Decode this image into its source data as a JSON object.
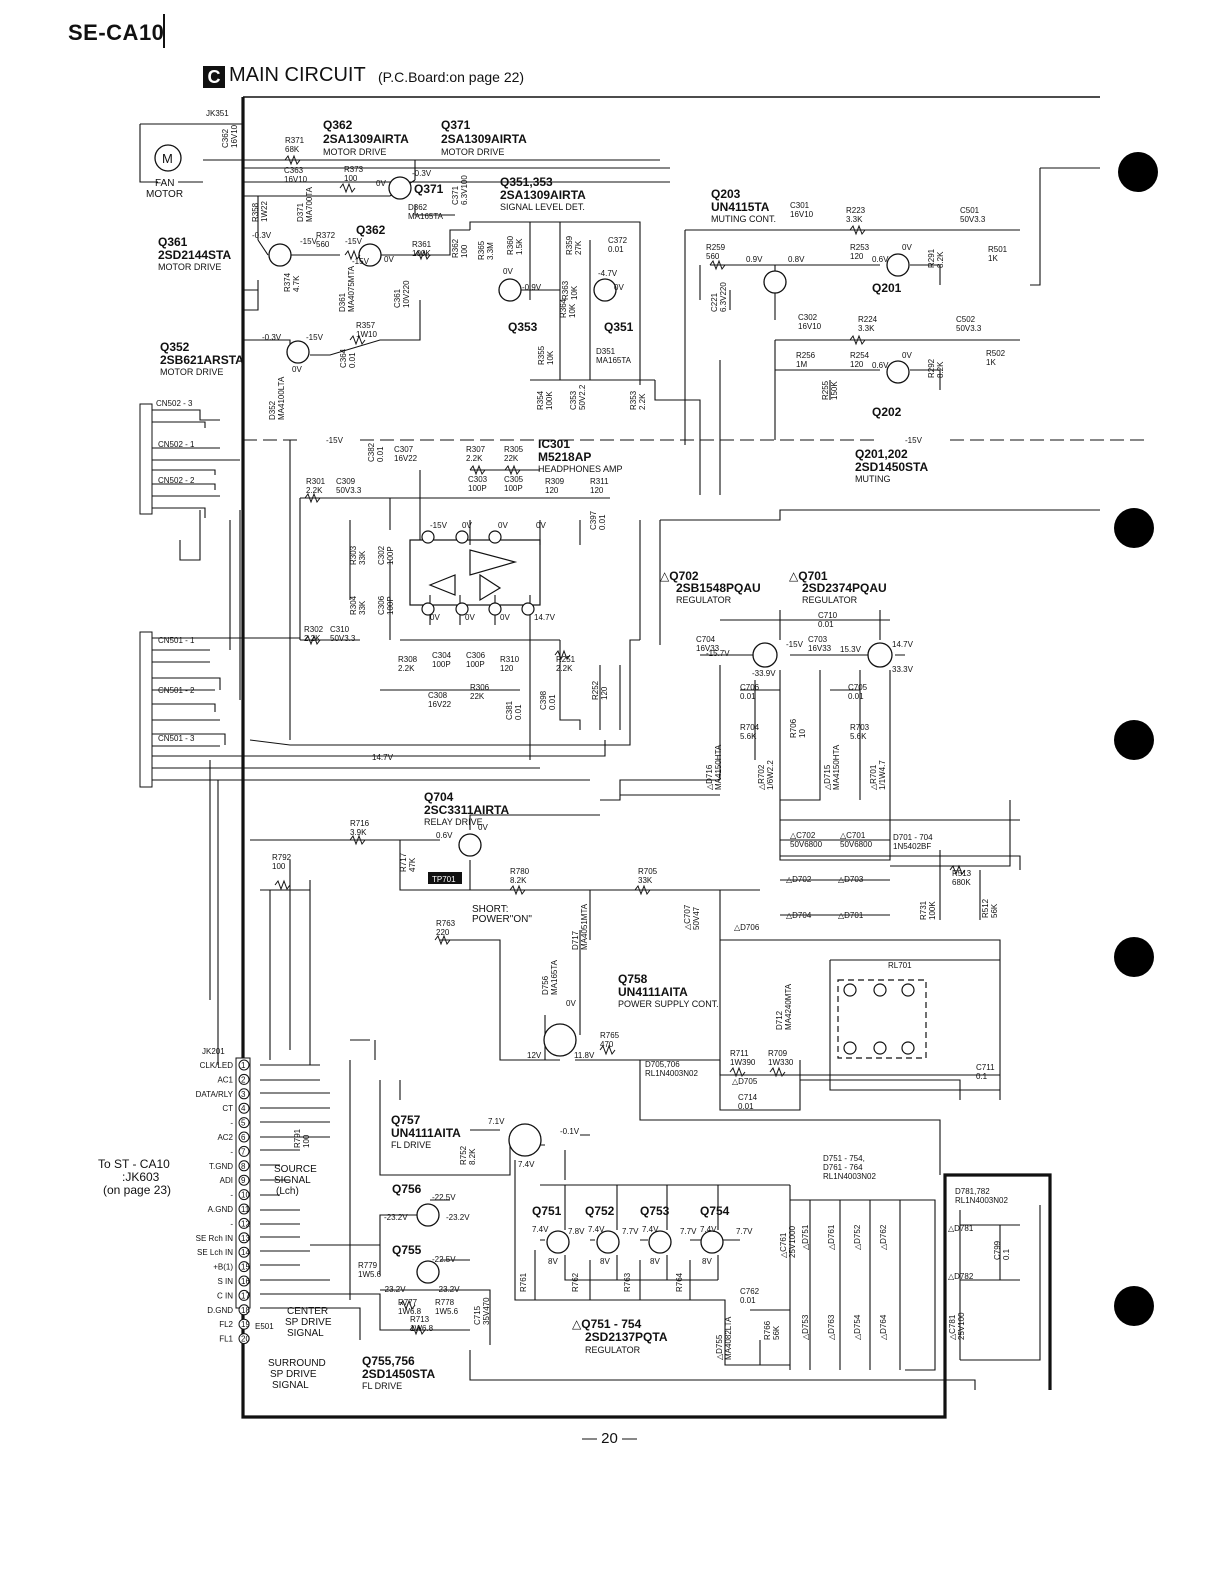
{
  "header": {
    "model": "SE-CA10",
    "section_letter": "C",
    "title": "MAIN  CIRCUIT",
    "subtitle": "(P.C.Board:on page 22)"
  },
  "footer": {
    "page": "— 20 —"
  },
  "components": {
    "q362": {
      "ref": "Q362",
      "part": "2SA1309AIRTA",
      "role": "MOTOR DRIVE"
    },
    "q371": {
      "ref": "Q371",
      "part": "2SA1309AIRTA",
      "role": "MOTOR DRIVE"
    },
    "q351": {
      "ref": "Q351,353",
      "part": "2SA1309AIRTA",
      "role": "SIGNAL LEVEL DET."
    },
    "q203": {
      "ref": "Q203",
      "part": "UN4115TA",
      "role": "MUTING CONT."
    },
    "q361": {
      "ref": "Q361",
      "part": "2SD2144STA",
      "role": "MOTOR DRIVE"
    },
    "q352": {
      "ref": "Q352",
      "part": "2SB621ARSTA",
      "role": "MOTOR DRIVE"
    },
    "ic301": {
      "ref": "IC301",
      "part": "M5218AP",
      "role": "HEADPHONES AMP"
    },
    "q201": {
      "ref": "Q201,202",
      "part": "2SD1450STA",
      "role": "MUTING"
    },
    "q702": {
      "ref": "△Q702",
      "part": "2SB1548PQAU",
      "role": "REGULATOR"
    },
    "q701": {
      "ref": "△Q701",
      "part": "2SD2374PQAU",
      "role": "REGULATOR"
    },
    "q704": {
      "ref": "Q704",
      "part": "2SC3311AIRTA",
      "role": "RELAY DRIVE"
    },
    "q758": {
      "ref": "Q758",
      "part": "UN4111AITA",
      "role": "POWER SUPPLY CONT."
    },
    "q757": {
      "ref": "Q757",
      "part": "UN4111AITA",
      "role": "FL DRIVE"
    },
    "q751": {
      "ref": "△Q751 - 754",
      "part": "2SD2137PQTA",
      "role": "REGULATOR"
    },
    "q755": {
      "ref": "Q755,756",
      "part": "2SD1450STA",
      "role": "FL DRIVE"
    }
  },
  "labels": {
    "fan": "FAN",
    "motor": "MOTOR",
    "m": "M",
    "jk351": "JK351",
    "jk201": "JK201",
    "cn502_3": "CN502 - 3",
    "cn502_1": "CN502 - 1",
    "cn502_2": "CN502 - 2",
    "cn501_1": "CN501 - 1",
    "cn501_2": "CN501 - 2",
    "cn501_3": "CN501 - 3",
    "rl701": "RL701",
    "e501": "E501",
    "tp701": "TP701",
    "short": "SHORT:",
    "power_on": "POWER\"ON\"",
    "to_st": "To ST - CA10",
    "jk603": ":JK603",
    "on_page": "(on page 23)",
    "source_signal": "SOURCE",
    "source_signal2": "SIGNAL",
    "lch": "(Lch)",
    "center": "CENTER",
    "center2": "SP DRIVE",
    "center3": "SIGNAL",
    "surround": "SURROUND",
    "surround2": "SP DRIVE",
    "surround3": "SIGNAL",
    "d705": "D705,706",
    "d705b": "RL1N4003N02",
    "d701": "D701 - 704",
    "d701b": "1N5402BF",
    "d751": "D751 - 754,",
    "d751b": "D761 - 764",
    "d751c": "RL1N4003N02",
    "d781": "D781,782",
    "d781b": "RL1N4003N02",
    "minus15v": "-15V",
    "plus147v": "14.7V",
    "q351_ref": "Q351",
    "q353_ref": "Q353",
    "q201_ref": "Q201",
    "q202_ref": "Q202",
    "q362_ref": "Q362",
    "q371_ref": "Q371",
    "q756_ref": "Q756",
    "q755_ref": "Q755",
    "q751_ref": "Q751",
    "q752_ref": "Q752",
    "q753_ref": "Q753",
    "q754_ref": "Q754"
  },
  "jk201_pins": [
    "CLK/LED",
    "AC1",
    "DATA/RLY",
    "CT",
    "-",
    "AC2",
    "-",
    "T.GND",
    "ADI",
    "-",
    "A.GND",
    "-",
    "SE Rch IN",
    "SE Lch IN",
    "+B(1)",
    "S IN",
    "C IN",
    "D.GND",
    "FL2",
    "FL1"
  ],
  "parts": {
    "r371": "R371",
    "r371v": "68K",
    "c362": "C362",
    "c362v": "16V10",
    "c363": "C363",
    "c363v": "16V10",
    "r373": "R373",
    "r373v": "100",
    "r372": "R372",
    "r372v": "560",
    "r358": "R358",
    "r358v": "1W22",
    "d371": "D371",
    "d371v": "MA700TA",
    "d362": "D362",
    "d362v": "MA165TA",
    "c371": "C371",
    "c371v": "6.3V100",
    "r361": "R361",
    "r361v": "100K",
    "r362": "R362",
    "r362v": "100",
    "r374": "R374",
    "r374v": "4.7K",
    "d361": "D361",
    "d361v": "MA4075MTA",
    "c361": "C361",
    "c361v": "10V220",
    "r357": "R357",
    "r357v": "1W10",
    "c364": "C364",
    "c364v": "0.01",
    "d352": "D352",
    "d352v": "MA4100LTA",
    "r365": "R365",
    "r365v": "3.3M",
    "r360": "R360",
    "r360v": "1.5K",
    "r359": "R359",
    "r359v": "27K",
    "c372": "C372",
    "c372v": "0.01",
    "r363": "R363",
    "r363v": "10K",
    "r364": "R364",
    "r364v": "10K",
    "r355": "R355",
    "r355v": "10K",
    "d351": "D351",
    "d351v": "MA165TA",
    "r354": "R354",
    "r354v": "100K",
    "c353": "C353",
    "c353v": "50V2.2",
    "r353": "R353",
    "r353v": "2.2K",
    "c301": "C301",
    "c301v": "16V10",
    "r223": "R223",
    "r223v": "3.3K",
    "c501": "C501",
    "c501v": "50V3.3",
    "r501": "R501",
    "r501v": "1K",
    "r259": "R259",
    "r259v": "560",
    "r253": "R253",
    "r253v": "120",
    "r291": "R291",
    "r291v": "8.2K",
    "c221": "C221",
    "c221v": "6.3V220",
    "c302": "C302",
    "c302v": "16V10",
    "r224": "R224",
    "r224v": "3.3K",
    "c502": "C502",
    "c502v": "50V3.3",
    "r502": "R502",
    "r502v": "1K",
    "r256": "R256",
    "r256v": "1M",
    "r254": "R254",
    "r254v": "120",
    "r292": "R292",
    "r292v": "8.2K",
    "r255": "R255",
    "r255v": "150K",
    "c382": "C382",
    "c382v": "0.01",
    "c307": "C307",
    "c307v": "16V22",
    "r307": "R307",
    "r307v": "2.2K",
    "r305": "R305",
    "r305v": "22K",
    "r301": "R301",
    "r301v": "2.2K",
    "c309": "C309",
    "c309v": "50V3.3",
    "c303": "C303",
    "c303v": "100P",
    "c305": "C305",
    "c305v": "100P",
    "r309": "R309",
    "r309v": "120",
    "r311": "R311",
    "r311v": "120",
    "c397": "C397",
    "c397v": "0.01",
    "r303": "R303",
    "r303v": "33K",
    "c302b": "C302",
    "c302bv": "100P",
    "r304": "R304",
    "r304v": "33K",
    "c306": "C306",
    "c306v": "100P",
    "r302": "R302",
    "r302v": "2.2K",
    "c310": "C310",
    "c310v": "50V3.3",
    "c304": "C304",
    "c304v": "100P",
    "c306b": "C306",
    "c306bv": "100P",
    "r308": "R308",
    "r308v": "2.2K",
    "r310": "R310",
    "r310v": "120",
    "r251": "R251",
    "r251v": "2.2K",
    "c308": "C308",
    "c308v": "16V22",
    "r306": "R306",
    "r306v": "22K",
    "c381": "C381",
    "c381v": "0.01",
    "c398": "C398",
    "c398v": "0.01",
    "r252": "R252",
    "r252v": "120",
    "c710": "C710",
    "c710v": "0.01",
    "c704": "C704",
    "c704v": "16V33",
    "c703": "C703",
    "c703v": "16V33",
    "c706": "C706",
    "c706v": "0.01",
    "c705": "C705",
    "c705v": "0.01",
    "r704": "R704",
    "r704v": "5.6K",
    "r706": "R706",
    "r706v": "10",
    "r703": "R703",
    "r703v": "5.6K",
    "d716": "△D716",
    "d716v": "MA4150HTA",
    "r702": "△R702",
    "r702v": "1/6W2.2",
    "d715": "△D715",
    "d715v": "MA4150HTA",
    "r701": "△R701",
    "r701v": "1/1W4.7",
    "r716": "R716",
    "r716v": "3.9K",
    "r717": "R717",
    "r717v": "47K",
    "r792": "R792",
    "r792v": "100",
    "r780": "R780",
    "r780v": "8.2K",
    "r705": "R705",
    "r705v": "33K",
    "r763": "R763",
    "r763v": "220",
    "d717": "D717",
    "d717v": "MA4051MTA",
    "c707": "△C707",
    "c707v": "50V47",
    "c702": "△C702",
    "c702v": "50V6800",
    "c701": "△C701",
    "c701v": "50V6800",
    "d702": "△D702",
    "d703": "△D703",
    "d704": "△D704",
    "d701x": "△D701",
    "d706": "△D706",
    "r731": "R731",
    "r731v": "100K",
    "r513": "R513",
    "r513v": "680K",
    "r512": "R512",
    "r512v": "56K",
    "d756": "D756",
    "d756v": "MA165TA",
    "d712": "D712",
    "d712v": "MA4240MTA",
    "r765": "R765",
    "r765v": "470",
    "r711": "R711",
    "r711v": "1W390",
    "r709": "R709",
    "r709v": "1W330",
    "c711": "C711",
    "c711v": "0.1",
    "d705x": "△D705",
    "c714": "C714",
    "c714v": "0.01",
    "r791": "R791",
    "r791v": "100",
    "r752": "R752",
    "r752v": "8.2K",
    "r779": "R779",
    "r779v": "1W5.6",
    "r777": "R777",
    "r777v": "1W6.8",
    "r778": "R778",
    "r778v": "1W5.6",
    "r713": "R713",
    "r713v": "1W6.8",
    "c715": "C715",
    "c715v": "35V470",
    "r761": "R761",
    "r762": "R762",
    "r763b": "R763",
    "r764": "R764",
    "c761": "△C761",
    "c761v": "25V1000",
    "c762": "C762",
    "c762v": "0.01",
    "d755": "△D755",
    "d755v": "MA4082LTA",
    "r766": "R766",
    "r766v": "56K",
    "d751x": "△D751",
    "d761x": "△D761",
    "d752x": "△D752",
    "d762x": "△D762",
    "d753x": "△D753",
    "d763x": "△D763",
    "d754x": "△D754",
    "d764x": "△D764",
    "d781x": "△D781",
    "d782x": "△D782",
    "c799": "C799",
    "c799v": "0.1",
    "c781": "△C781",
    "c781v": "25V100"
  },
  "voltages": {
    "v1": "0V",
    "v2": "-0.3V",
    "v3": "-0.3V",
    "v4": "-15V",
    "v5": "-15V",
    "v6": "0V",
    "v7": "-15V",
    "v8": "-0.3V",
    "v9": "-15V",
    "v10": "0V",
    "v11": "0V",
    "v12": "-0.9V",
    "v13": "-4.7V",
    "v14": "0V",
    "v15": "0.9V",
    "v16": "0.8V",
    "v17": "0V",
    "v18": "0.6V",
    "v19": "0V",
    "v20": "0.6V",
    "v21": "-15V",
    "v22": "0V",
    "v23": "0V",
    "v24": "0V",
    "v25": "0V",
    "v26": "0V",
    "v27": "0V",
    "v28": "14.7V",
    "v29": "-15.7V",
    "v30": "-15V",
    "v31": "15.3V",
    "v32": "14.7V",
    "v33": "-33.9V",
    "v34": "33.3V",
    "v35": "0.6V",
    "v36": "0V",
    "v37": "0V",
    "v38": "12V",
    "v39": "11.8V",
    "v40": "7.1V",
    "v41": "-0.1V",
    "v42": "7.4V",
    "v43": "-22.5V",
    "v44": "-23.2V",
    "v45": "-23.2V",
    "v46": "-22.5V",
    "v47": "-23.2V",
    "v48": "-23.2V",
    "v49": "7.4V",
    "v50": "7.8V",
    "v51": "7.4V",
    "v52": "7.7V",
    "v53": "7.4V",
    "v54": "7.7V",
    "v55": "7.4V",
    "v56": "7.7V",
    "v57": "8V",
    "v58": "8V",
    "v59": "8V",
    "v60": "8V"
  }
}
